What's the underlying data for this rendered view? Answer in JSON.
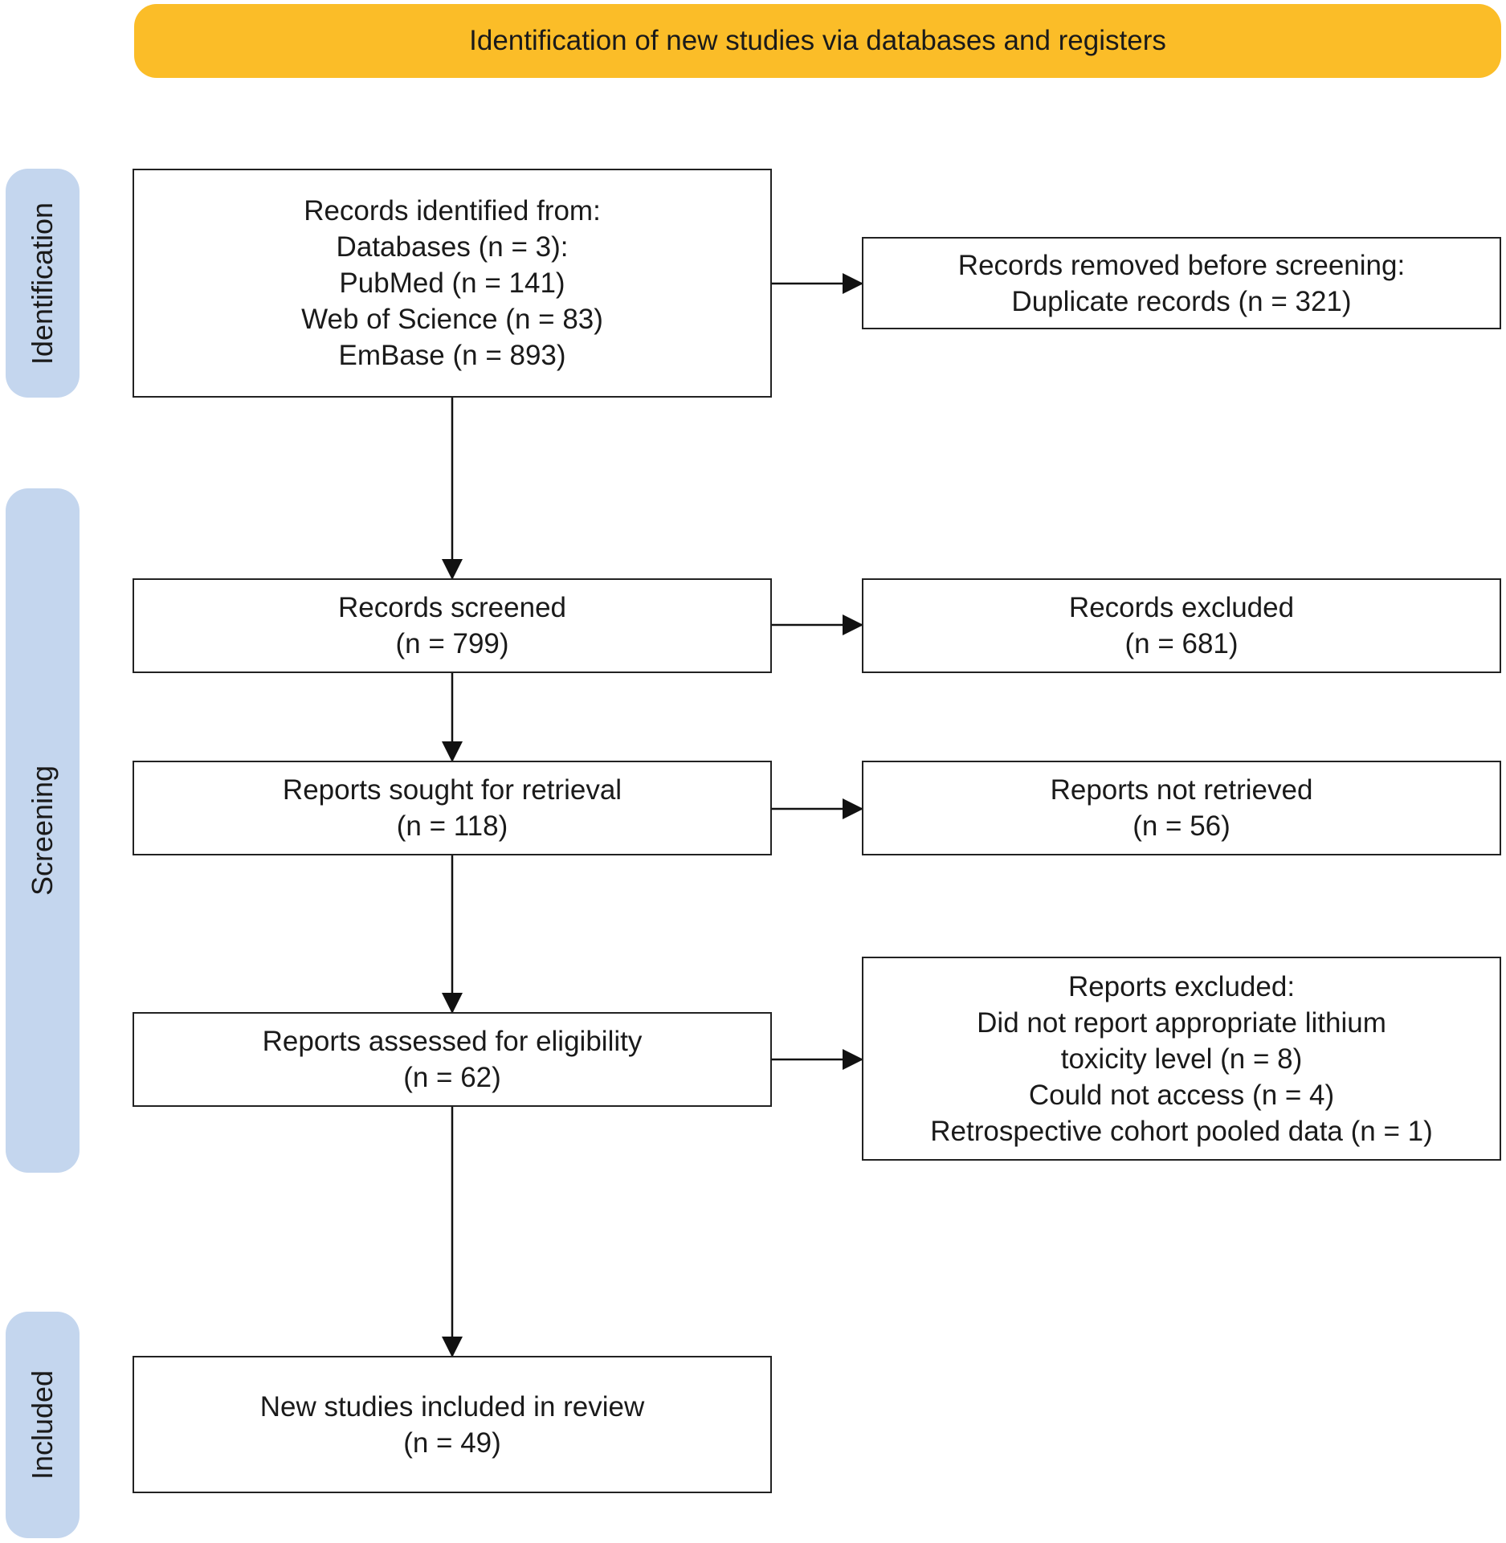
{
  "header": {
    "title": "Identification of new studies via databases and registers"
  },
  "phases": {
    "identification": "Identification",
    "screening": "Screening",
    "included": "Included"
  },
  "boxes": {
    "identified": {
      "lines": [
        "Records identified from:",
        "Databases (n = 3):",
        "PubMed (n = 141)",
        "Web of Science (n = 83)",
        "EmBase (n = 893)"
      ]
    },
    "removed": {
      "lines": [
        "Records removed before screening:",
        "Duplicate records (n = 321)"
      ]
    },
    "screened": {
      "lines": [
        "Records screened",
        "(n = 799)"
      ]
    },
    "excluded": {
      "lines": [
        "Records excluded",
        "(n = 681)"
      ]
    },
    "sought": {
      "lines": [
        "Reports sought for retrieval",
        "(n = 118)"
      ]
    },
    "not_retrieved": {
      "lines": [
        "Reports not retrieved",
        "(n = 56)"
      ]
    },
    "assessed": {
      "lines": [
        "Reports assessed for eligibility",
        "(n = 62)"
      ]
    },
    "reports_excluded": {
      "lines": [
        "Reports excluded:",
        "Did not report appropriate lithium",
        "toxicity level (n = 8)",
        "Could not access (n = 4)",
        "Retrospective cohort pooled data (n = 1)"
      ]
    },
    "included": {
      "lines": [
        "New studies included in review",
        "(n = 49)"
      ]
    }
  },
  "colors": {
    "header_fill": "#fbbd28",
    "phase_fill": "#c4d6ee",
    "box_border": "#222222"
  }
}
